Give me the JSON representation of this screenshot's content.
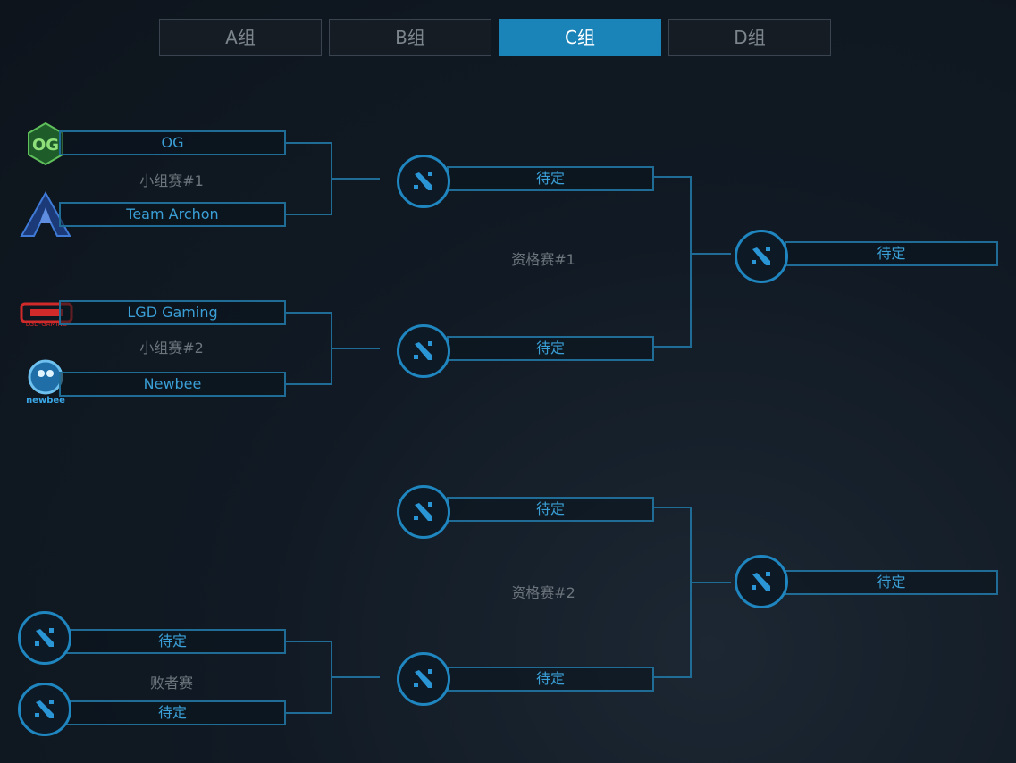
{
  "tabs": [
    {
      "label": "A组"
    },
    {
      "label": "B组"
    },
    {
      "label": "C组",
      "active": true
    },
    {
      "label": "D组"
    }
  ],
  "groups": {
    "group1": {
      "label": "小组赛#1",
      "team1": "OG",
      "team2": "Team Archon"
    },
    "group2": {
      "label": "小组赛#2",
      "team1": "LGD Gaming",
      "team2": "Newbee"
    },
    "losers": {
      "label": "败者赛",
      "team1": "待定",
      "team2": "待定"
    }
  },
  "qual1": {
    "label": "资格赛#1",
    "slot1": "待定",
    "slot2": "待定",
    "winner": "待定"
  },
  "qual2": {
    "label": "资格赛#2",
    "slot1": "待定",
    "slot2": "待定",
    "winner": "待定"
  },
  "logo_text": {
    "lgd_sub": "LGD-GAMING",
    "newbee": "newbee"
  },
  "colors": {
    "accent": "#1a84b8",
    "line": "#1f6d96",
    "slot_text": "#3a9fd6"
  }
}
